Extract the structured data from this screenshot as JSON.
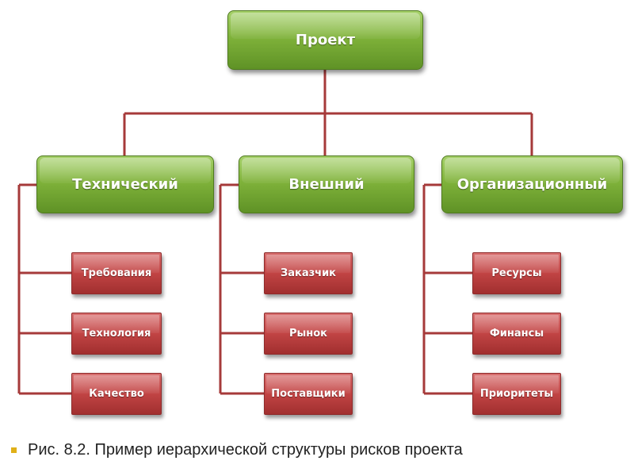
{
  "diagram": {
    "root": "Проект",
    "categories": [
      {
        "label": "Технический",
        "items": [
          "Требования",
          "Технология",
          "Качество"
        ]
      },
      {
        "label": "Внешний",
        "items": [
          "Заказчик",
          "Рынок",
          "Поставщики"
        ]
      },
      {
        "label": "Организационный",
        "items": [
          "Ресурсы",
          "Финансы",
          "Приоритеты"
        ]
      }
    ]
  },
  "caption": "Рис. 8.2. Пример иерархической структуры рисков проекта",
  "colors": {
    "connector": "#a63a3a",
    "green_box": "#7fb23a",
    "red_box": "#c14444",
    "bullet": "#e0b018"
  }
}
